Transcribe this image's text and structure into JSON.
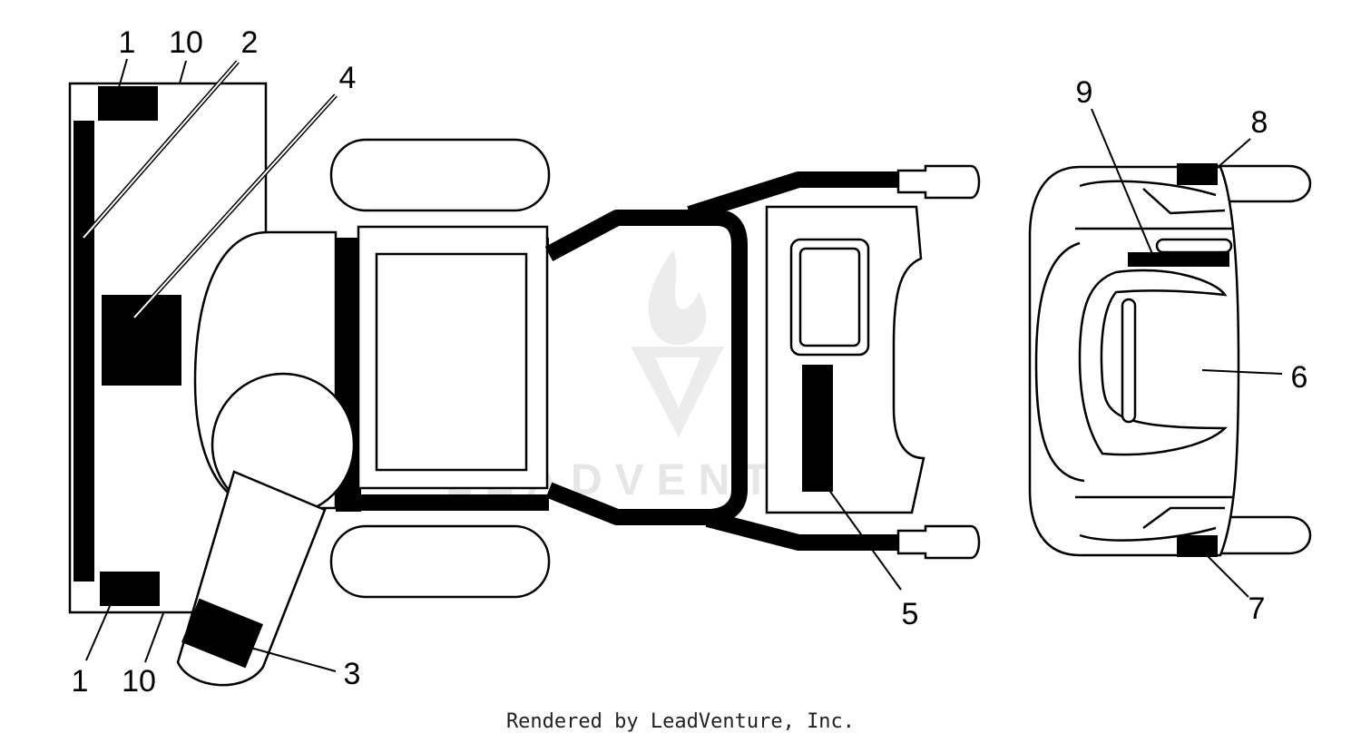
{
  "callouts": {
    "c1_top": "1",
    "c10_top": "10",
    "c2": "2",
    "c4": "4",
    "c1_bottom": "1",
    "c10_bottom": "10",
    "c3": "3",
    "c5": "5",
    "c9": "9",
    "c8": "8",
    "c6": "6",
    "c7": "7"
  },
  "watermark": {
    "text": "LEADVENTURE"
  },
  "footer": {
    "credit": "Rendered by LeadVenture, Inc."
  }
}
